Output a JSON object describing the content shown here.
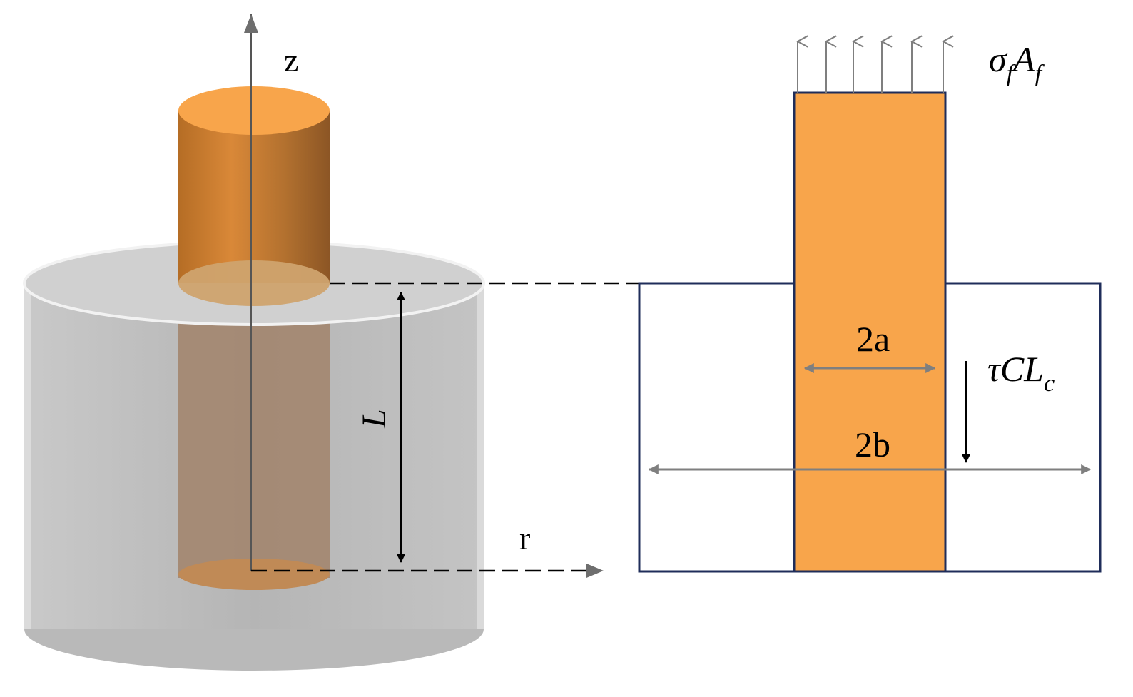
{
  "left_view": {
    "axis_z_label": "z",
    "axis_r_label": "r",
    "embed_length_label": "L"
  },
  "right_view": {
    "fiber_diameter_label": "2a",
    "matrix_diameter_label": "2b",
    "top_force_label": {
      "base1": "σ",
      "sub1": "f",
      "base2": "A",
      "sub2": "f"
    },
    "shear_force_label": {
      "base": "τCL",
      "sub": "c"
    }
  },
  "colors": {
    "fiber": "#f8a54b",
    "fiber_dark": "#a8672a",
    "matrix_gray": "#bdbdbd",
    "outline_navy": "#1f2d5a",
    "arrow_gray": "#8a8a8a",
    "ink": "#000000"
  }
}
